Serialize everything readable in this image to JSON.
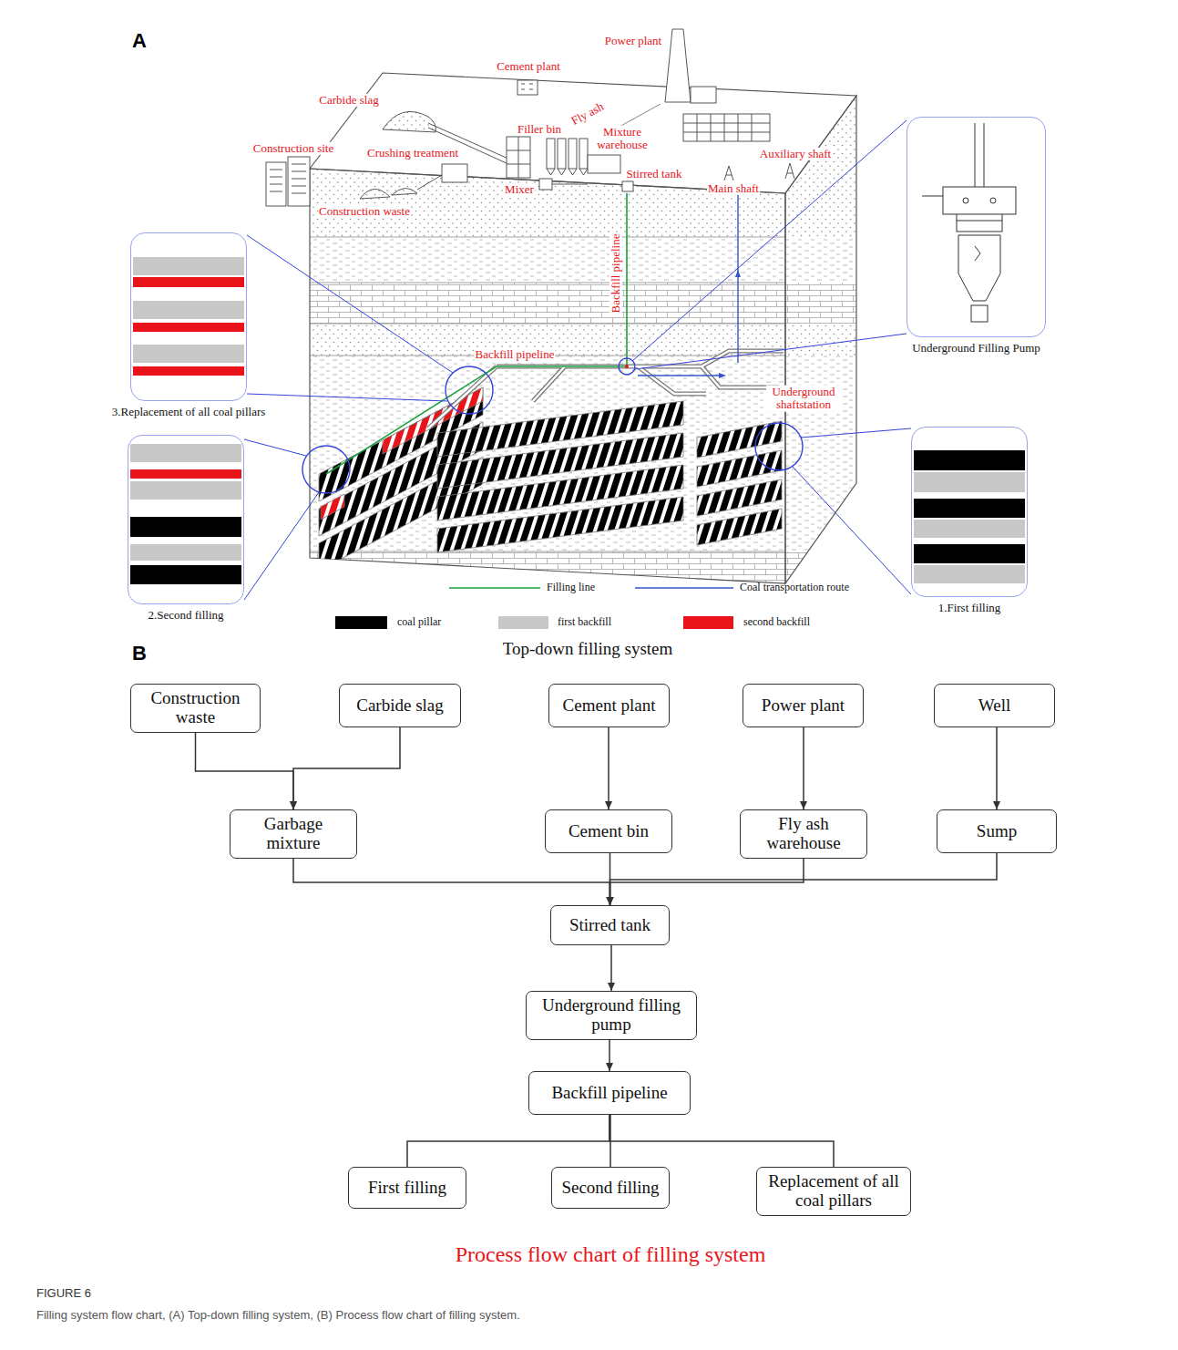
{
  "diagram": {
    "caption": "Filling system flow chart, (A) Top-down filling system, (B) Process flow chart of filling system.",
    "nodes": [
      {
        "text": [
          "3.Replacement of all coal pillars"
        ]
      },
      {
        "text": [
          "Underground Filling Pump"
        ]
      },
      {
        "text": [
          "2.Second filling"
        ]
      },
      {
        "text": [
          "1.First filling"
        ]
      },
      {
        "text": [
          "Construction waste"
        ]
      },
      {
        "text": [
          "Carbide slag"
        ]
      },
      {
        "text": [
          "Cement plant"
        ]
      },
      {
        "text": [
          "Power plant"
        ]
      },
      {
        "text": [
          "Well"
        ]
      },
      {
        "text": [
          "Garbage mixture"
        ]
      },
      {
        "text": [
          "Cement bin"
        ]
      },
      {
        "text": [
          "Fly ash warehouse"
        ]
      },
      {
        "text": [
          "Sump"
        ]
      },
      {
        "text": [
          "Stirred tank"
        ]
      },
      {
        "text": [
          "Underground filling pump"
        ]
      },
      {
        "text": [
          "Backfill pipeline"
        ]
      },
      {
        "text": [
          "First filling"
        ]
      },
      {
        "text": [
          "Second filling"
        ]
      },
      {
        "text": [
          "Replacement of all coal pillars"
        ]
      }
    ],
    "edges": [
      {
        "from": 4,
        "to": 9,
        "arrow": "to"
      },
      {
        "from": 5,
        "to": 9,
        "arrow": "to"
      },
      {
        "from": 6,
        "to": 10,
        "arrow": "to"
      },
      {
        "from": 7,
        "to": 11,
        "arrow": "to"
      },
      {
        "from": 8,
        "to": 12,
        "arrow": "to"
      },
      {
        "from": 9,
        "to": 13,
        "arrow": "to"
      },
      {
        "from": 10,
        "to": 13,
        "arrow": "to"
      },
      {
        "from": 11,
        "to": 13,
        "arrow": "to"
      },
      {
        "from": 12,
        "to": 13,
        "arrow": "to"
      },
      {
        "from": 13,
        "to": 14,
        "arrow": "to"
      },
      {
        "from": 14,
        "to": 15,
        "arrow": "to"
      },
      {
        "from": 15,
        "to": 16,
        "arrow": "none"
      },
      {
        "from": 15,
        "to": 17,
        "arrow": "none"
      },
      {
        "from": 15,
        "to": 18,
        "arrow": "none"
      }
    ],
    "labels": [
      "A",
      "Power plant",
      "Cement plant",
      "Fly ash",
      "Carbide slag",
      "Filler bin",
      "Mixture warehouse",
      "Construction site",
      "Crushing treatment",
      "Stirred tank",
      "Mixer",
      "Auxiliary shaft",
      "Main shaft",
      "Construction waste",
      "Backfill pipeline",
      "Backfill pipeline",
      "Underground shaftstation",
      "Top-down filling system",
      "B",
      "Process flow chart of filling system",
      "FIGURE 6"
    ],
    "legend": [
      {
        "text": "Filling line"
      },
      {
        "text": "Coal transportation route"
      },
      {
        "text": "coal pillar",
        "color": "#000000"
      },
      {
        "text": "first backfill",
        "color": "#c8c8c8"
      },
      {
        "text": "second backfill",
        "color": "#e8141a"
      }
    ]
  }
}
